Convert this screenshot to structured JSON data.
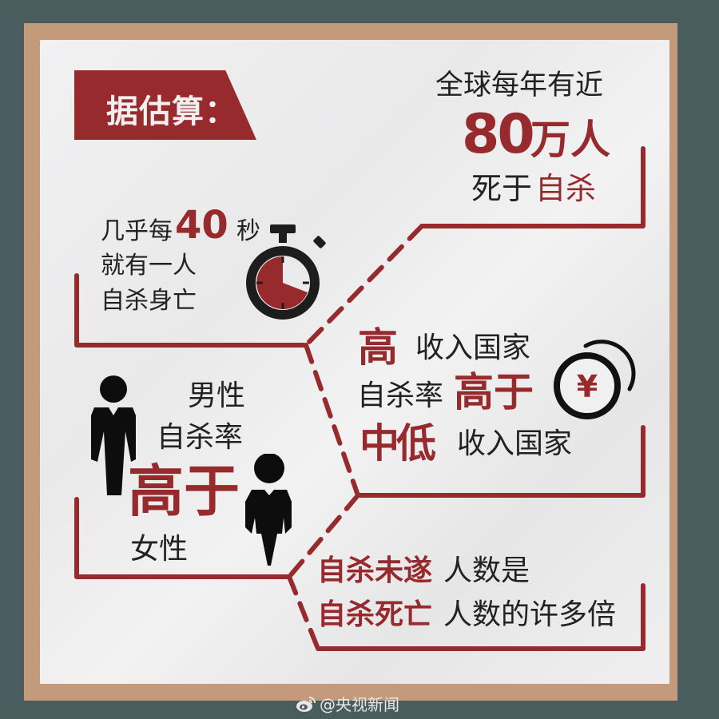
{
  "header": {
    "banner_label": "据估算："
  },
  "stat_global": {
    "line1": "全球每年有近",
    "number": "80",
    "unit": "万人",
    "line3_dark": "死于",
    "line3_red": "自杀"
  },
  "stat_interval": {
    "prefix": "几乎每",
    "number": "40",
    "suffix": "秒",
    "line2": "就有一人",
    "line3": "自杀身亡",
    "icon": "stopwatch-icon"
  },
  "stat_income": {
    "line1_red": "高",
    "line1_dark": "收入国家",
    "line2_dark": "自杀率",
    "line2_red": "高于",
    "line3_red": "中低",
    "line3_dark": "收入国家",
    "icon": "yen-coin-icon",
    "icon_glyph": "¥"
  },
  "stat_gender": {
    "line1": "男性",
    "line2": "自杀率",
    "line3_red": "高于",
    "line4": "女性",
    "icons": [
      "male-figure-icon",
      "female-figure-icon"
    ]
  },
  "stat_attempts": {
    "line1_red": "自杀未遂",
    "line1_dark": "人数是",
    "line2_red": "自杀死亡",
    "line2_dark": "人数的许多倍"
  },
  "watermark": {
    "text": "@央视新闻",
    "icon": "weibo-icon"
  },
  "colors": {
    "accent_red": "#962a2d",
    "frame_tan": "#c49a7d",
    "background_teal": "#4a5d5e",
    "text_dark": "#222222"
  }
}
